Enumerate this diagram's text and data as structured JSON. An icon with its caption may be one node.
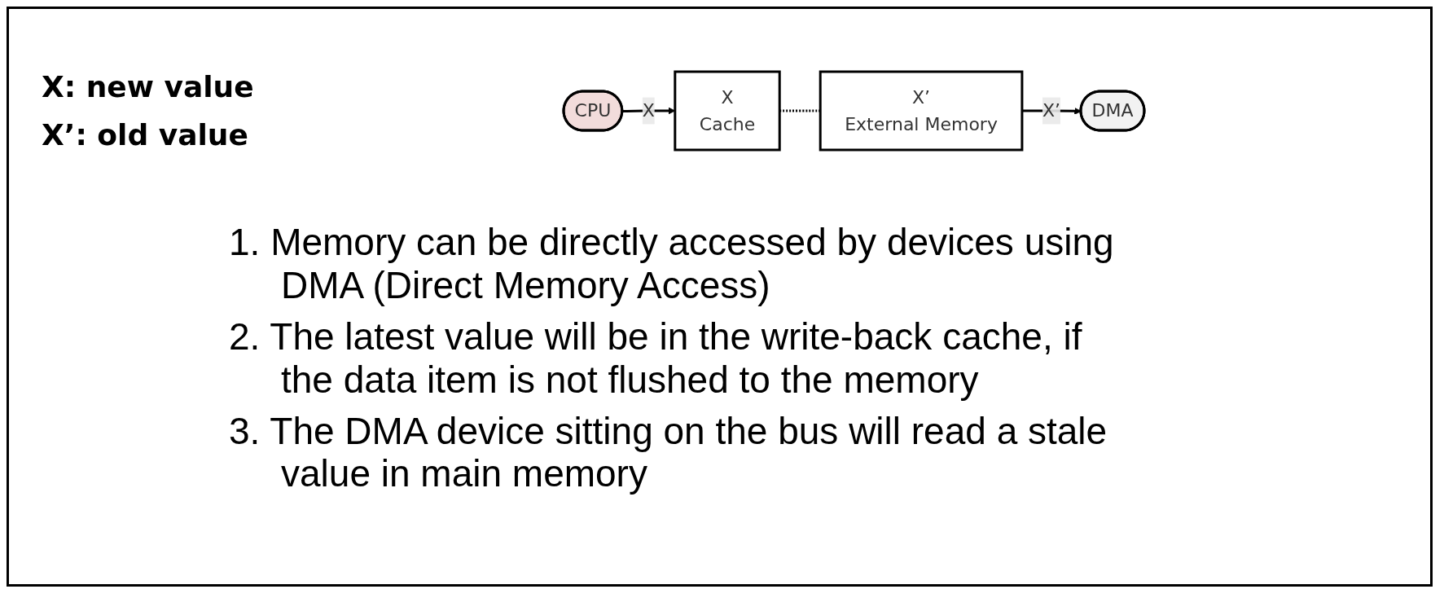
{
  "diagram": {
    "nodes": [
      {
        "text": [
          "CPU"
        ]
      },
      {
        "text": [
          "X",
          "Cache"
        ]
      },
      {
        "text": [
          "X’",
          "External Memory"
        ]
      },
      {
        "text": [
          "DMA"
        ]
      }
    ],
    "edges": [
      {
        "from": 0,
        "to": 1,
        "arrow": "to",
        "label": "X"
      },
      {
        "from": 1,
        "to": 2,
        "arrow": "none",
        "style": "dashed"
      },
      {
        "from": 2,
        "to": 3,
        "arrow": "to",
        "label": "X’"
      }
    ],
    "labels": [
      "X: new value",
      "X’: old value",
      "1. Memory can be directly accessed by devices using DMA (Direct Memory Access)",
      "2. The latest value will be in the write-back cache, if the data item is not flushed to the memory",
      "3. The DMA device sitting on the bus will read a stale value in main memory"
    ]
  }
}
